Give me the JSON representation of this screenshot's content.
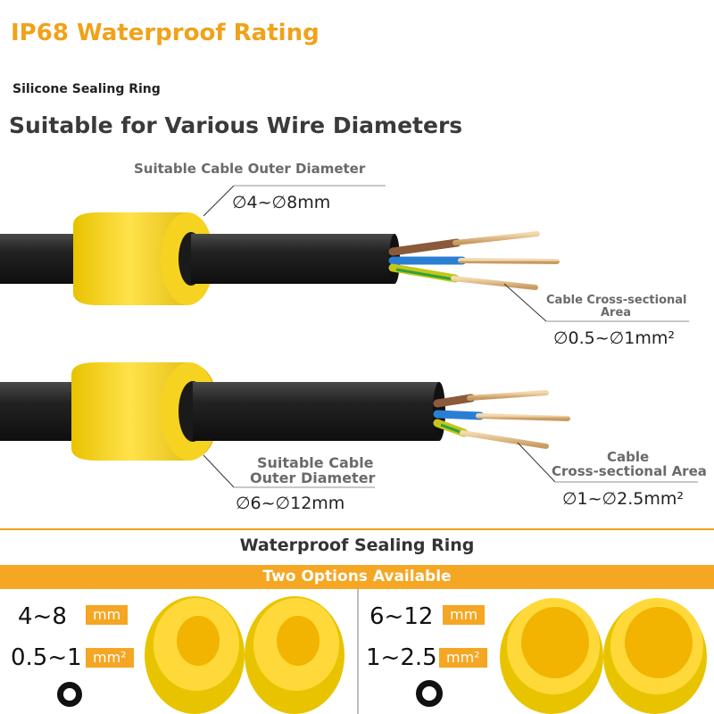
{
  "header": {
    "title": "IP68 Waterproof Rating",
    "subtitle": "Silicone Sealing Ring",
    "headline": "Suitable for Various Wire Diameters"
  },
  "top_cable": {
    "outer_label": "Suitable Cable Outer Diameter",
    "outer_value": "∅4~∅8mm",
    "area_label_line1": "Cable Cross-sectional",
    "area_label_line2": "Area",
    "area_value": "∅0.5~∅1mm²"
  },
  "bottom_cable": {
    "outer_label_line1": "Suitable Cable",
    "outer_label_line2": "Outer Diameter",
    "outer_value": "∅6~∅12mm",
    "area_label_line1": "Cable",
    "area_label_line2": "Cross-sectional Area",
    "area_value": "∅1~∅2.5mm²"
  },
  "section": {
    "title": "Waterproof Sealing Ring",
    "band": "Two Options Available"
  },
  "options": [
    {
      "diameter": "4~8",
      "diameter_unit": "mm",
      "area": "0.5~1",
      "area_unit": "mm²"
    },
    {
      "diameter": "6~12",
      "diameter_unit": "mm",
      "area": "1~2.5",
      "area_unit": "mm²"
    }
  ],
  "colors": {
    "accent": "#f0a21a",
    "ring_yellow": "#f5d020",
    "cable_black": "#1e1e1e",
    "band": "#f5a623"
  }
}
